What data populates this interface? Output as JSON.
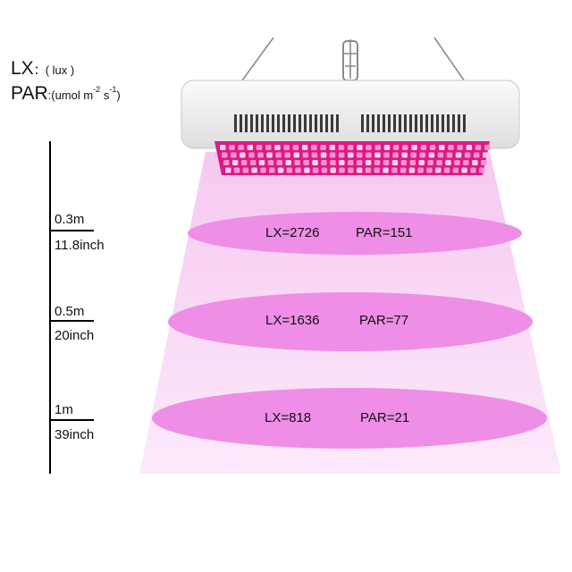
{
  "legend": {
    "lx_symbol": "LX",
    "lx_sep": "：",
    "lx_unit": "( lux )",
    "par_symbol": "PAR",
    "par_unit_prefix": ":(umol m",
    "par_exp1": "-2",
    "par_mid": " s",
    "par_exp2": "-1",
    "par_close": ")"
  },
  "distances": [
    {
      "metric": "0.3m",
      "imperial": "11.8inch",
      "lx": "LX=2726",
      "par": "PAR=151"
    },
    {
      "metric": "0.5m",
      "imperial": "20inch",
      "lx": "LX=1636",
      "par": "PAR=77"
    },
    {
      "metric": "1m",
      "imperial": "39inch",
      "lx": "LX=818",
      "par": "PAR=21"
    }
  ],
  "colors": {
    "cone": "#fce4f9",
    "ellipse": "#ee8ee6",
    "lamp_body": "#f1f1f1",
    "led_panel": "#e0208c",
    "led_chip": "#ff9ed6"
  }
}
